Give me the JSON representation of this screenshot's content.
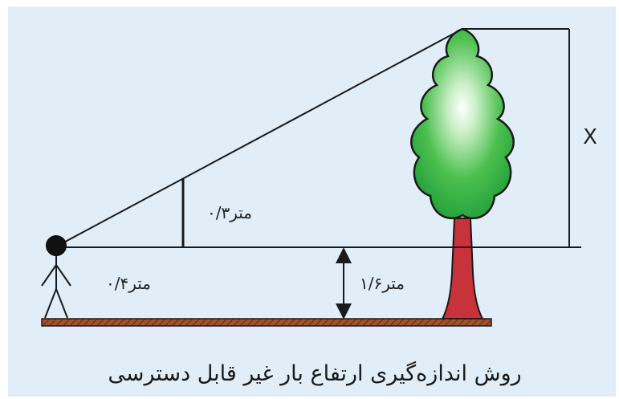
{
  "diagram": {
    "label_x": "X",
    "label_pole_height": "متر۰/۳",
    "label_distance": "متر۰/۴",
    "label_eye_height": "متر۱/۶",
    "caption": "روش اندازه‌گیری ارتفاع بار غیر قابل دسترسی"
  },
  "colors": {
    "background": "#e1eef8",
    "lines": "#1a1a1a",
    "trunk": "#c8323a",
    "canopy_outer": "#22a03a",
    "canopy_inner": "#ffffff",
    "ground": "#a0522d"
  }
}
